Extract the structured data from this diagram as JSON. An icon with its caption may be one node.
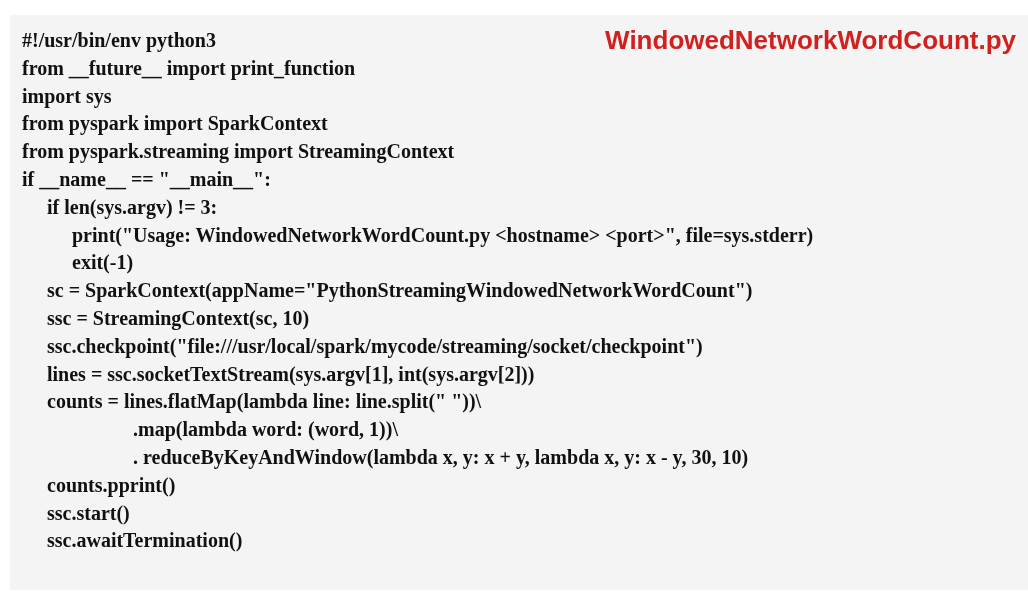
{
  "diagram": {
    "title": "WindowedNetworkWordCount.py",
    "labels": [
      "#!/usr/bin/env python3",
      "from __future__ import print_function",
      "import sys",
      "from pyspark import SparkContext",
      "from pyspark.streaming import StreamingContext",
      "if __name__ == \"__main__\":",
      "if len(sys.argv) != 3:",
      "print(\"Usage: WindowedNetworkWordCount.py <hostname> <port>\", file=sys.stderr)",
      "exit(-1)",
      "sc = SparkContext(appName=\"PythonStreamingWindowedNetworkWordCount\")",
      "ssc = StreamingContext(sc, 10)",
      "ssc.checkpoint(\"file:///usr/local/spark/mycode/streaming/socket/checkpoint\")",
      "lines = ssc.socketTextStream(sys.argv[1], int(sys.argv[2]))",
      "counts = lines.flatMap(lambda line: line.split(\" \"))\\",
      ".map(lambda word: (word, 1))\\",
      ". reduceByKeyAndWindow(lambda x, y: x + y, lambda x, y: x - y, 30, 10)",
      "counts.pprint()",
      "ssc.start()",
      "ssc.awaitTermination()"
    ]
  }
}
